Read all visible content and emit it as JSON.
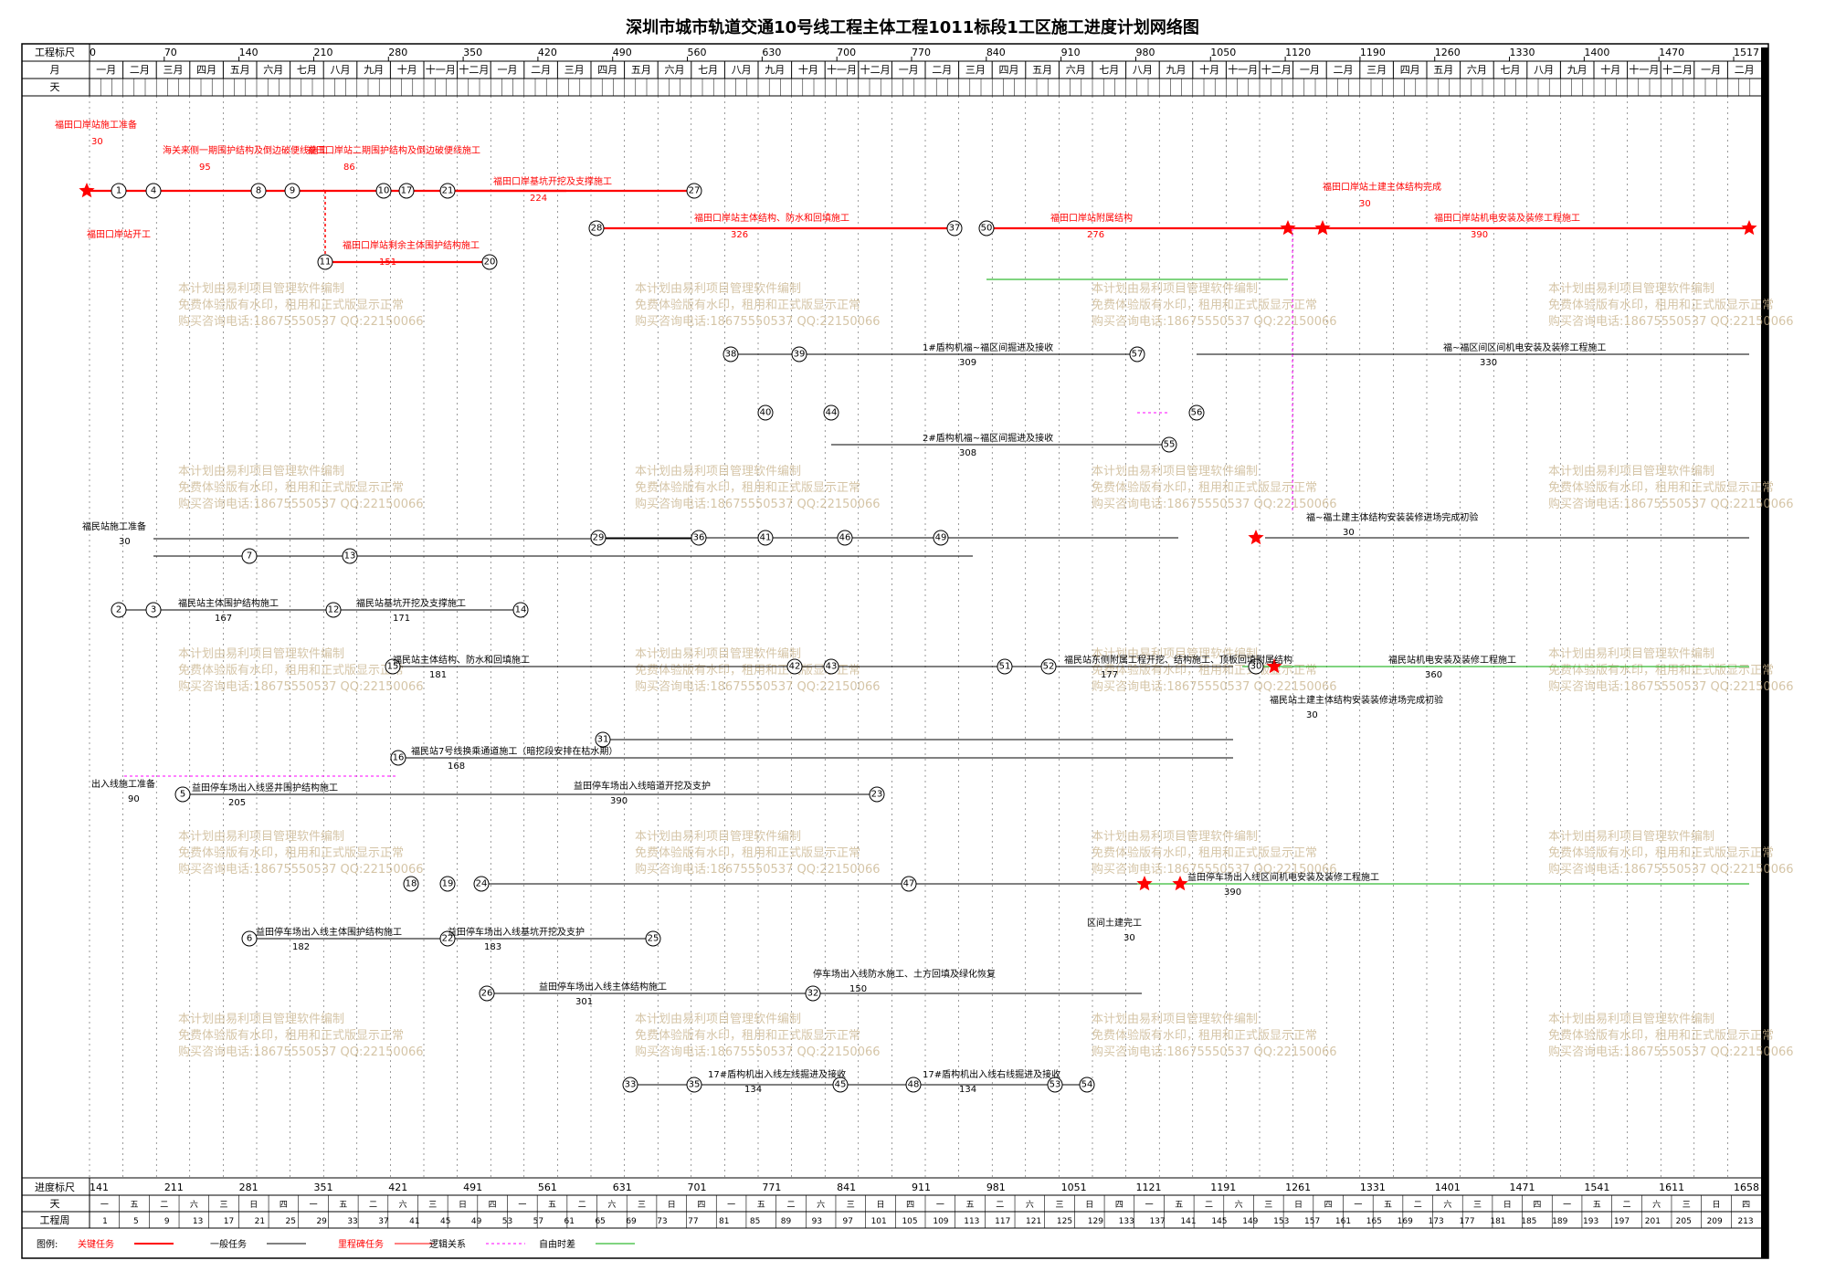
{
  "title": "深圳市城市轨道交通10号线工程主体工程1011标段1工区施工进度计划网络图",
  "header": {
    "scale_label": "工程标尺",
    "month_label": "月",
    "day_label": "天",
    "scale_ticks": [
      "0",
      "70",
      "140",
      "210",
      "280",
      "350",
      "420",
      "490",
      "560",
      "630",
      "700",
      "770",
      "840",
      "910",
      "980",
      "1050",
      "1120",
      "1190",
      "1260",
      "1330",
      "1400",
      "1470",
      "1517"
    ],
    "months": [
      "一月",
      "二月",
      "三月",
      "四月",
      "五月",
      "六月",
      "七月",
      "八月",
      "九月",
      "十月",
      "十一月",
      "十二月",
      "一月",
      "二月",
      "三月",
      "四月",
      "五月",
      "六月",
      "七月",
      "八月",
      "九月",
      "十月",
      "十一月",
      "十二月",
      "一月",
      "二月",
      "三月",
      "四月",
      "五月",
      "六月",
      "七月",
      "八月",
      "九月",
      "十月",
      "十一月",
      "十二月",
      "一月",
      "二月",
      "三月",
      "四月",
      "五月",
      "六月",
      "七月",
      "八月",
      "九月",
      "十月",
      "十一月",
      "十二月",
      "一月",
      "二月"
    ]
  },
  "footer": {
    "progress_label": "进度标尺",
    "day_label": "天",
    "week_label": "工程周",
    "progress_ticks": [
      "141",
      "211",
      "281",
      "351",
      "421",
      "491",
      "561",
      "631",
      "701",
      "771",
      "841",
      "911",
      "981",
      "1051",
      "1121",
      "1191",
      "1261",
      "1331",
      "1401",
      "1471",
      "1541",
      "1611",
      "1658"
    ],
    "weekdays": [
      "一",
      "五",
      "二",
      "六",
      "三",
      "日",
      "四",
      "一",
      "五",
      "二",
      "六",
      "三",
      "日",
      "四",
      "一",
      "五",
      "二",
      "六",
      "三",
      "日",
      "四",
      "一",
      "五",
      "二",
      "六",
      "三",
      "日",
      "四",
      "一",
      "五",
      "二",
      "六",
      "三",
      "日",
      "四",
      "一",
      "五",
      "二",
      "六",
      "三",
      "日",
      "四",
      "一",
      "五",
      "二",
      "六",
      "三",
      "日",
      "四",
      "一",
      "五",
      "二",
      "六",
      "三",
      "日",
      "四"
    ],
    "weeks": [
      "1",
      "5",
      "9",
      "13",
      "17",
      "21",
      "25",
      "29",
      "33",
      "37",
      "41",
      "45",
      "49",
      "53",
      "57",
      "61",
      "65",
      "69",
      "73",
      "77",
      "81",
      "85",
      "89",
      "93",
      "97",
      "101",
      "105",
      "109",
      "113",
      "117",
      "121",
      "125",
      "129",
      "133",
      "137",
      "141",
      "145",
      "149",
      "153",
      "157",
      "161",
      "165",
      "169",
      "173",
      "177",
      "181",
      "185",
      "189",
      "193",
      "197",
      "201",
      "205",
      "209",
      "213"
    ]
  },
  "legend": {
    "label": "图例:",
    "items": [
      "关键任务",
      "一般任务",
      "里程碑任务",
      "逻辑关系",
      "自由时差"
    ]
  },
  "watermark": {
    "line1": "本计划由易利项目管理软件编制",
    "line2": "免费体验版有水印，租用和正式版显示正常",
    "line3": "购买咨询电话:18675550537 QQ:22150066"
  },
  "network": {
    "critical_tasks": [
      {
        "label": "福田口岸站施工准备",
        "duration": "30"
      },
      {
        "label": "海关来侧一期围护结构及倒边破便线施工",
        "duration": "95"
      },
      {
        "label": "福田口岸站二期围护结构及倒边破便线施工",
        "duration": "86"
      },
      {
        "label": "福田口岸基坑开挖及支撑施工",
        "duration": "224"
      },
      {
        "label": "福田口岸站主体结构、防水和回填施工",
        "duration": "326"
      },
      {
        "label": "福田口岸站附属结构",
        "duration": "276"
      },
      {
        "label": "福田口岸站土建主体结构完成",
        "duration": "30"
      },
      {
        "label": "福田口岸站机电安装及装修工程施工",
        "duration": "390"
      },
      {
        "label": "福田口岸站剩余主体围护结构施工",
        "duration": "151"
      }
    ],
    "normal_tasks": [
      {
        "label": "福民站施工准备",
        "duration": "30"
      },
      {
        "label": "福民站主体围护结构施工",
        "duration": "167"
      },
      {
        "label": "福民站基坑开挖及支撑施工",
        "duration": "171"
      },
      {
        "label": "福民站主体结构、防水和回填施工",
        "duration": "181"
      },
      {
        "label": "福民站7号线换乘通道施工（暗挖段安排在枯水期）",
        "duration": "168"
      },
      {
        "label": "福民站东侧附属工程开挖、结构施工、顶板回填附属结构",
        "duration": "177"
      },
      {
        "label": "福民站机电安装及装修工程施工",
        "duration": "360"
      },
      {
        "label": "福民站土建主体结构安装装修进场完成初验",
        "duration": "30"
      },
      {
        "label": "出入线施工准备",
        "duration": "90"
      },
      {
        "label": "益田停车场出入线竖井围护结构施工",
        "duration": "205"
      },
      {
        "label": "益田停车场出入线暗道开挖及支护",
        "duration": "390"
      },
      {
        "label": "益田停车场出入线主体围护结构施工",
        "duration": "182"
      },
      {
        "label": "益田停车场出入线基坑开挖及支护",
        "duration": "183"
      },
      {
        "label": "益田停车场出入线主体结构施工",
        "duration": "301"
      },
      {
        "label": "停车场出入线防水施工、土方回填及绿化恢复",
        "duration": "150"
      },
      {
        "label": "17#盾构机出入线右线掘进及接收",
        "duration": "134"
      },
      {
        "label": "17#盾构机出入线左线掘进及接收",
        "duration": "134"
      },
      {
        "label": "益田停车场出入线区间机电安装及装修工程施工",
        "duration": "390"
      },
      {
        "label": "1#盾构机福~福区间掘进及接收",
        "duration": "309"
      },
      {
        "label": "2#盾构机福~福区间掘进及接收",
        "duration": "308"
      },
      {
        "label": "福~福区间区间机电安装及装修工程施工",
        "duration": "330"
      },
      {
        "label": "福~福土建主体结构安装装修进场完成初验",
        "duration": "30"
      },
      {
        "label": "区间土建完工",
        "duration": "30"
      }
    ],
    "node_ids": [
      "1",
      "2",
      "3",
      "4",
      "5",
      "6",
      "7",
      "8",
      "9",
      "10",
      "11",
      "12",
      "13",
      "14",
      "15",
      "16",
      "17",
      "18",
      "19",
      "20",
      "21",
      "22",
      "23",
      "24",
      "25",
      "26",
      "27",
      "28",
      "29",
      "30",
      "31",
      "32",
      "33",
      "35",
      "36",
      "37",
      "38",
      "39",
      "40",
      "41",
      "42",
      "43",
      "44",
      "45",
      "46",
      "47",
      "48",
      "49",
      "50",
      "51",
      "52",
      "53",
      "54",
      "55",
      "56",
      "57"
    ],
    "milestone_labels": [
      "福田口岸站开工"
    ]
  },
  "colors": {
    "critical": "#ff0000",
    "normal": "#000000",
    "logic": "#ff00ff",
    "free_float": "#00aa00",
    "watermark": "#c8b28a"
  }
}
